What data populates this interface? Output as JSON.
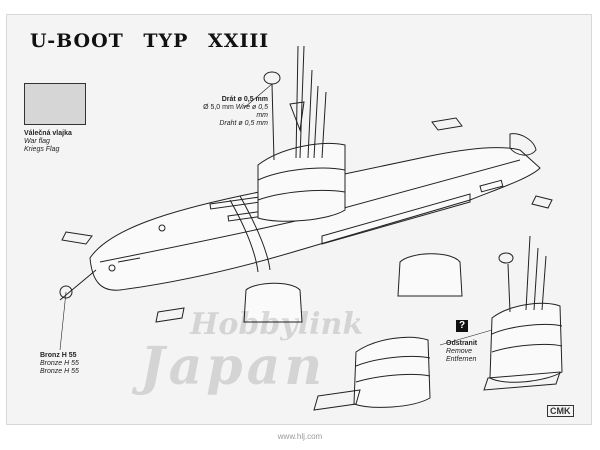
{
  "title": "U-BOOT TYP XXIII",
  "flag_label": {
    "cz": "Válečná vlajka",
    "en": "War flag",
    "de": "Kriegs Flag"
  },
  "wire_label": {
    "cz": "Drát ø 0,5 mm",
    "en": "Wire ø 0,5 mm",
    "de": "Draht ø 0,5 mm",
    "diameter": "Ø 5,0 mm"
  },
  "bronze_label": {
    "cz": "Bronz H 55",
    "en": "Bronze H 55",
    "de": "Bronze H 55"
  },
  "remove_label": {
    "cz": "Odstranit",
    "en": "Remove",
    "de": "Entfernen"
  },
  "watermark": {
    "line1": "Hobbylink",
    "line2": "Japan"
  },
  "brand": "CMK",
  "footer": "www.hlj.com",
  "colors": {
    "ink": "#222222",
    "paper": "#f4f4f4"
  }
}
